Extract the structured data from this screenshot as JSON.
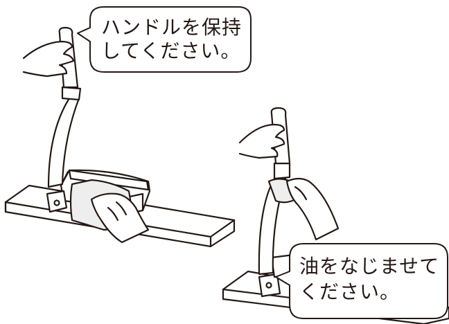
{
  "callouts": {
    "hold_handle": "ハンドルを保持\nしてください。",
    "apply_oil": "油をなじませて\nください。"
  },
  "colors": {
    "line": "#231815",
    "fill": "#ffffff",
    "shade": "#e8e8e8"
  },
  "icons": {
    "left_scene": "paper-cutter-wipe-illustration",
    "right_scene": "paper-cutter-oil-handle-illustration"
  }
}
